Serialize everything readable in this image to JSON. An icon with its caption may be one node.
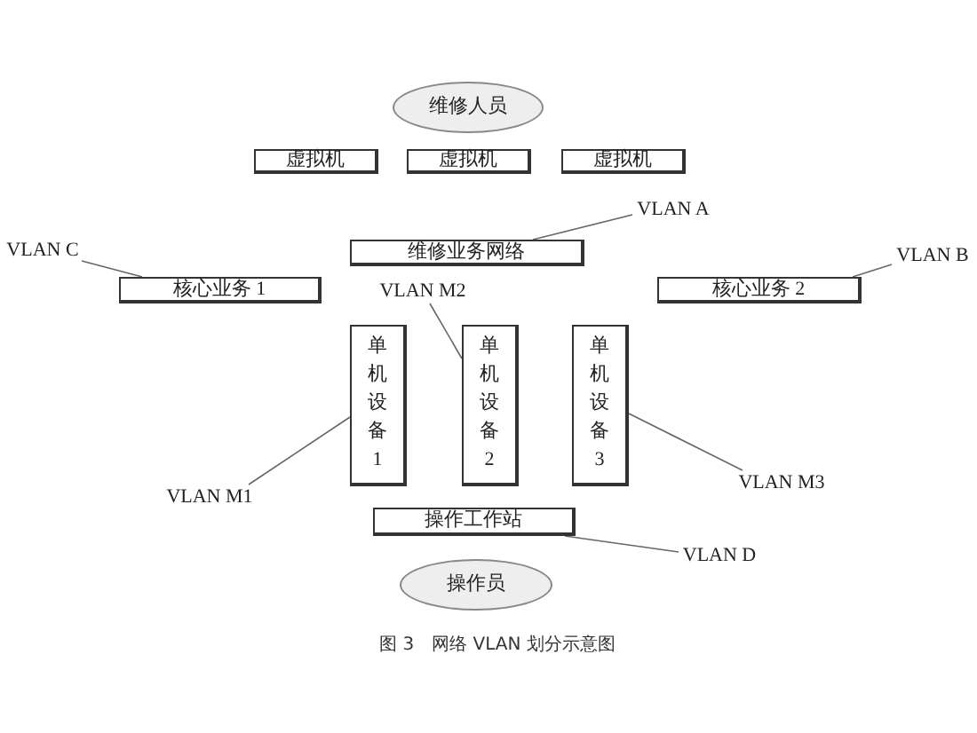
{
  "diagram": {
    "caption": "图 3　网络 VLAN 划分示意图",
    "nodes": [
      {
        "text": [
          "维修人员"
        ]
      },
      {
        "text": [
          "虚拟机"
        ]
      },
      {
        "text": [
          "虚拟机"
        ]
      },
      {
        "text": [
          "虚拟机"
        ]
      },
      {
        "text": [
          "VLAN A"
        ]
      },
      {
        "text": [
          "维修业务网络"
        ]
      },
      {
        "text": [
          "VLAN C"
        ]
      },
      {
        "text": [
          "核心业务 1"
        ]
      },
      {
        "text": [
          "VLAN B"
        ]
      },
      {
        "text": [
          "核心业务 2"
        ]
      },
      {
        "text": [
          "VLAN M2"
        ]
      },
      {
        "text": [
          "单机设备1"
        ]
      },
      {
        "text": [
          "单机设备2"
        ]
      },
      {
        "text": [
          "单机设备3"
        ]
      },
      {
        "text": [
          "VLAN M1"
        ]
      },
      {
        "text": [
          "VLAN M3"
        ]
      },
      {
        "text": [
          "操作工作站"
        ]
      },
      {
        "text": [
          "VLAN D"
        ]
      },
      {
        "text": [
          "操作员"
        ]
      }
    ],
    "edges": [
      {
        "from": 4,
        "to": 5,
        "arrow": "none"
      },
      {
        "from": 6,
        "to": 7,
        "arrow": "none"
      },
      {
        "from": 8,
        "to": 9,
        "arrow": "none"
      },
      {
        "from": 10,
        "to": 12,
        "arrow": "none"
      },
      {
        "from": 14,
        "to": 11,
        "arrow": "none"
      },
      {
        "from": 15,
        "to": 13,
        "arrow": "none"
      },
      {
        "from": 17,
        "to": 16,
        "arrow": "none"
      }
    ]
  }
}
